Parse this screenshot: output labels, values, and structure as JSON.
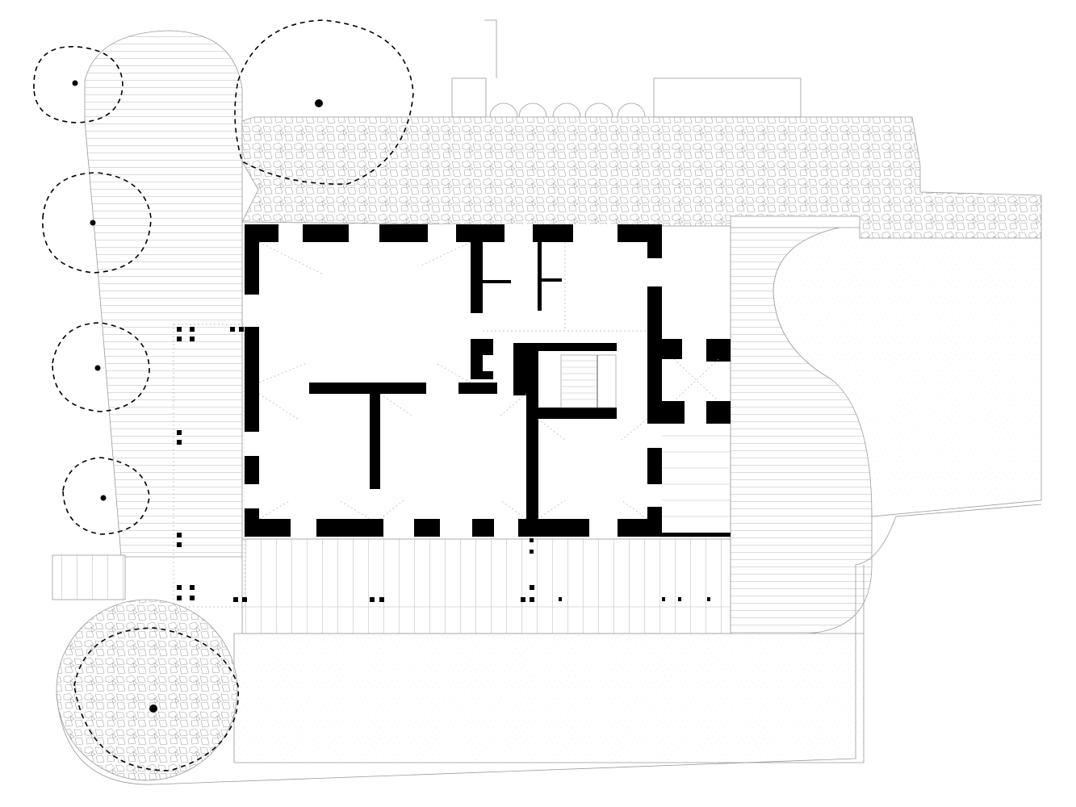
{
  "drawing": {
    "kind": "architectural site floor plan",
    "colors": {
      "background": "#ffffff",
      "walls": "#000000",
      "linework": "#9a9a9a",
      "tree_canopy": "#000000"
    },
    "icons": [
      "tree-canopy-icon",
      "column-marker-icon",
      "stair-icon"
    ],
    "trees": [
      {
        "id": "tree-1"
      },
      {
        "id": "tree-2"
      },
      {
        "id": "tree-3"
      },
      {
        "id": "tree-4"
      },
      {
        "id": "tree-5"
      },
      {
        "id": "tree-6"
      }
    ]
  }
}
